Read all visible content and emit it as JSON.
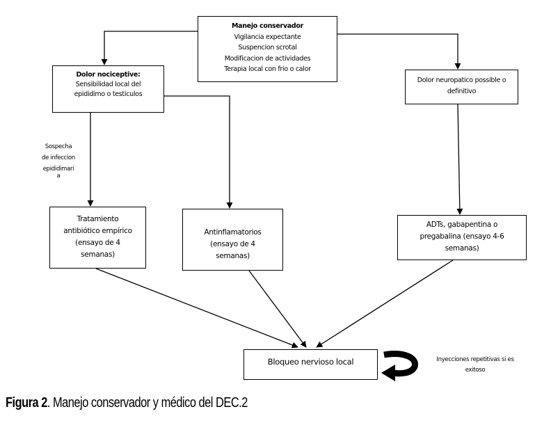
{
  "figure": {
    "caption_label": "Figura 2",
    "caption_text": ". Manejo conservador y médico del DEC.2"
  },
  "nodes": {
    "conservative": {
      "title": "Manejo conservador",
      "lines": [
        "Vigilancia expectante",
        "Suspencion scrotal",
        "Modificacion de actividades",
        "Terapia local con frio o calor"
      ]
    },
    "nociceptive": {
      "title": "Dolor nociceptive:",
      "lines": [
        "Sensibilidad local del",
        "epididimo o testiculos"
      ]
    },
    "neuropathic": {
      "lines": [
        "Dolor neuropatico possible o",
        "definitivo"
      ]
    },
    "antibiotic": {
      "lines": [
        "Tratamiento",
        "antibiótico empírico",
        "(ensayo de 4",
        "semanas)"
      ]
    },
    "antiinflammatory": {
      "lines": [
        "Antinflamatorios",
        "(ensayo de 4",
        "semanas)"
      ]
    },
    "adts": {
      "lines": [
        "ADTs, gabapentina o",
        "pregabalina (ensayo 4-6",
        "semanas)"
      ]
    },
    "nerve_block": {
      "lines": [
        "Bloqueo nervioso local"
      ]
    }
  },
  "edge_labels": {
    "infection": [
      "Sospecha",
      "de infeccion",
      "epididimari",
      "a"
    ],
    "repeat": [
      "Inyecciones repetitivas si es",
      "exitoso"
    ]
  },
  "icons": {
    "loop_arrow": "curved-return-arrow"
  }
}
